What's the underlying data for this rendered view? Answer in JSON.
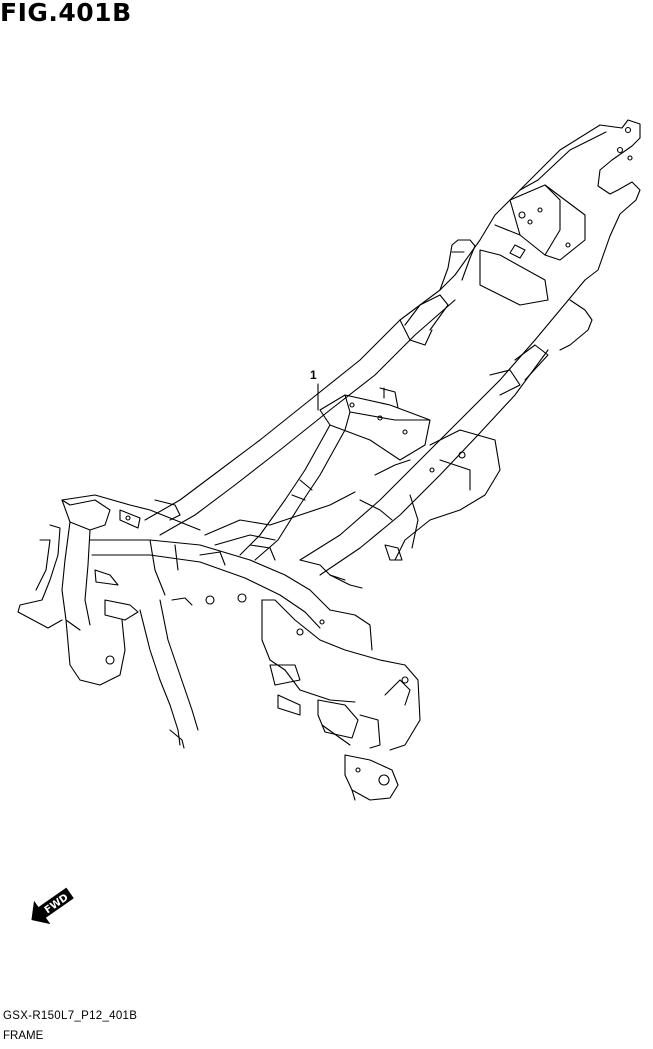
{
  "figure": {
    "title": "FIG.401B",
    "callout_number": "1",
    "fwd_label": "FWD",
    "code": "GSX-R150L7_P12_401B",
    "part_name": "FRAME"
  },
  "icons": {
    "direction_arrow": "fwd-arrow-icon"
  }
}
